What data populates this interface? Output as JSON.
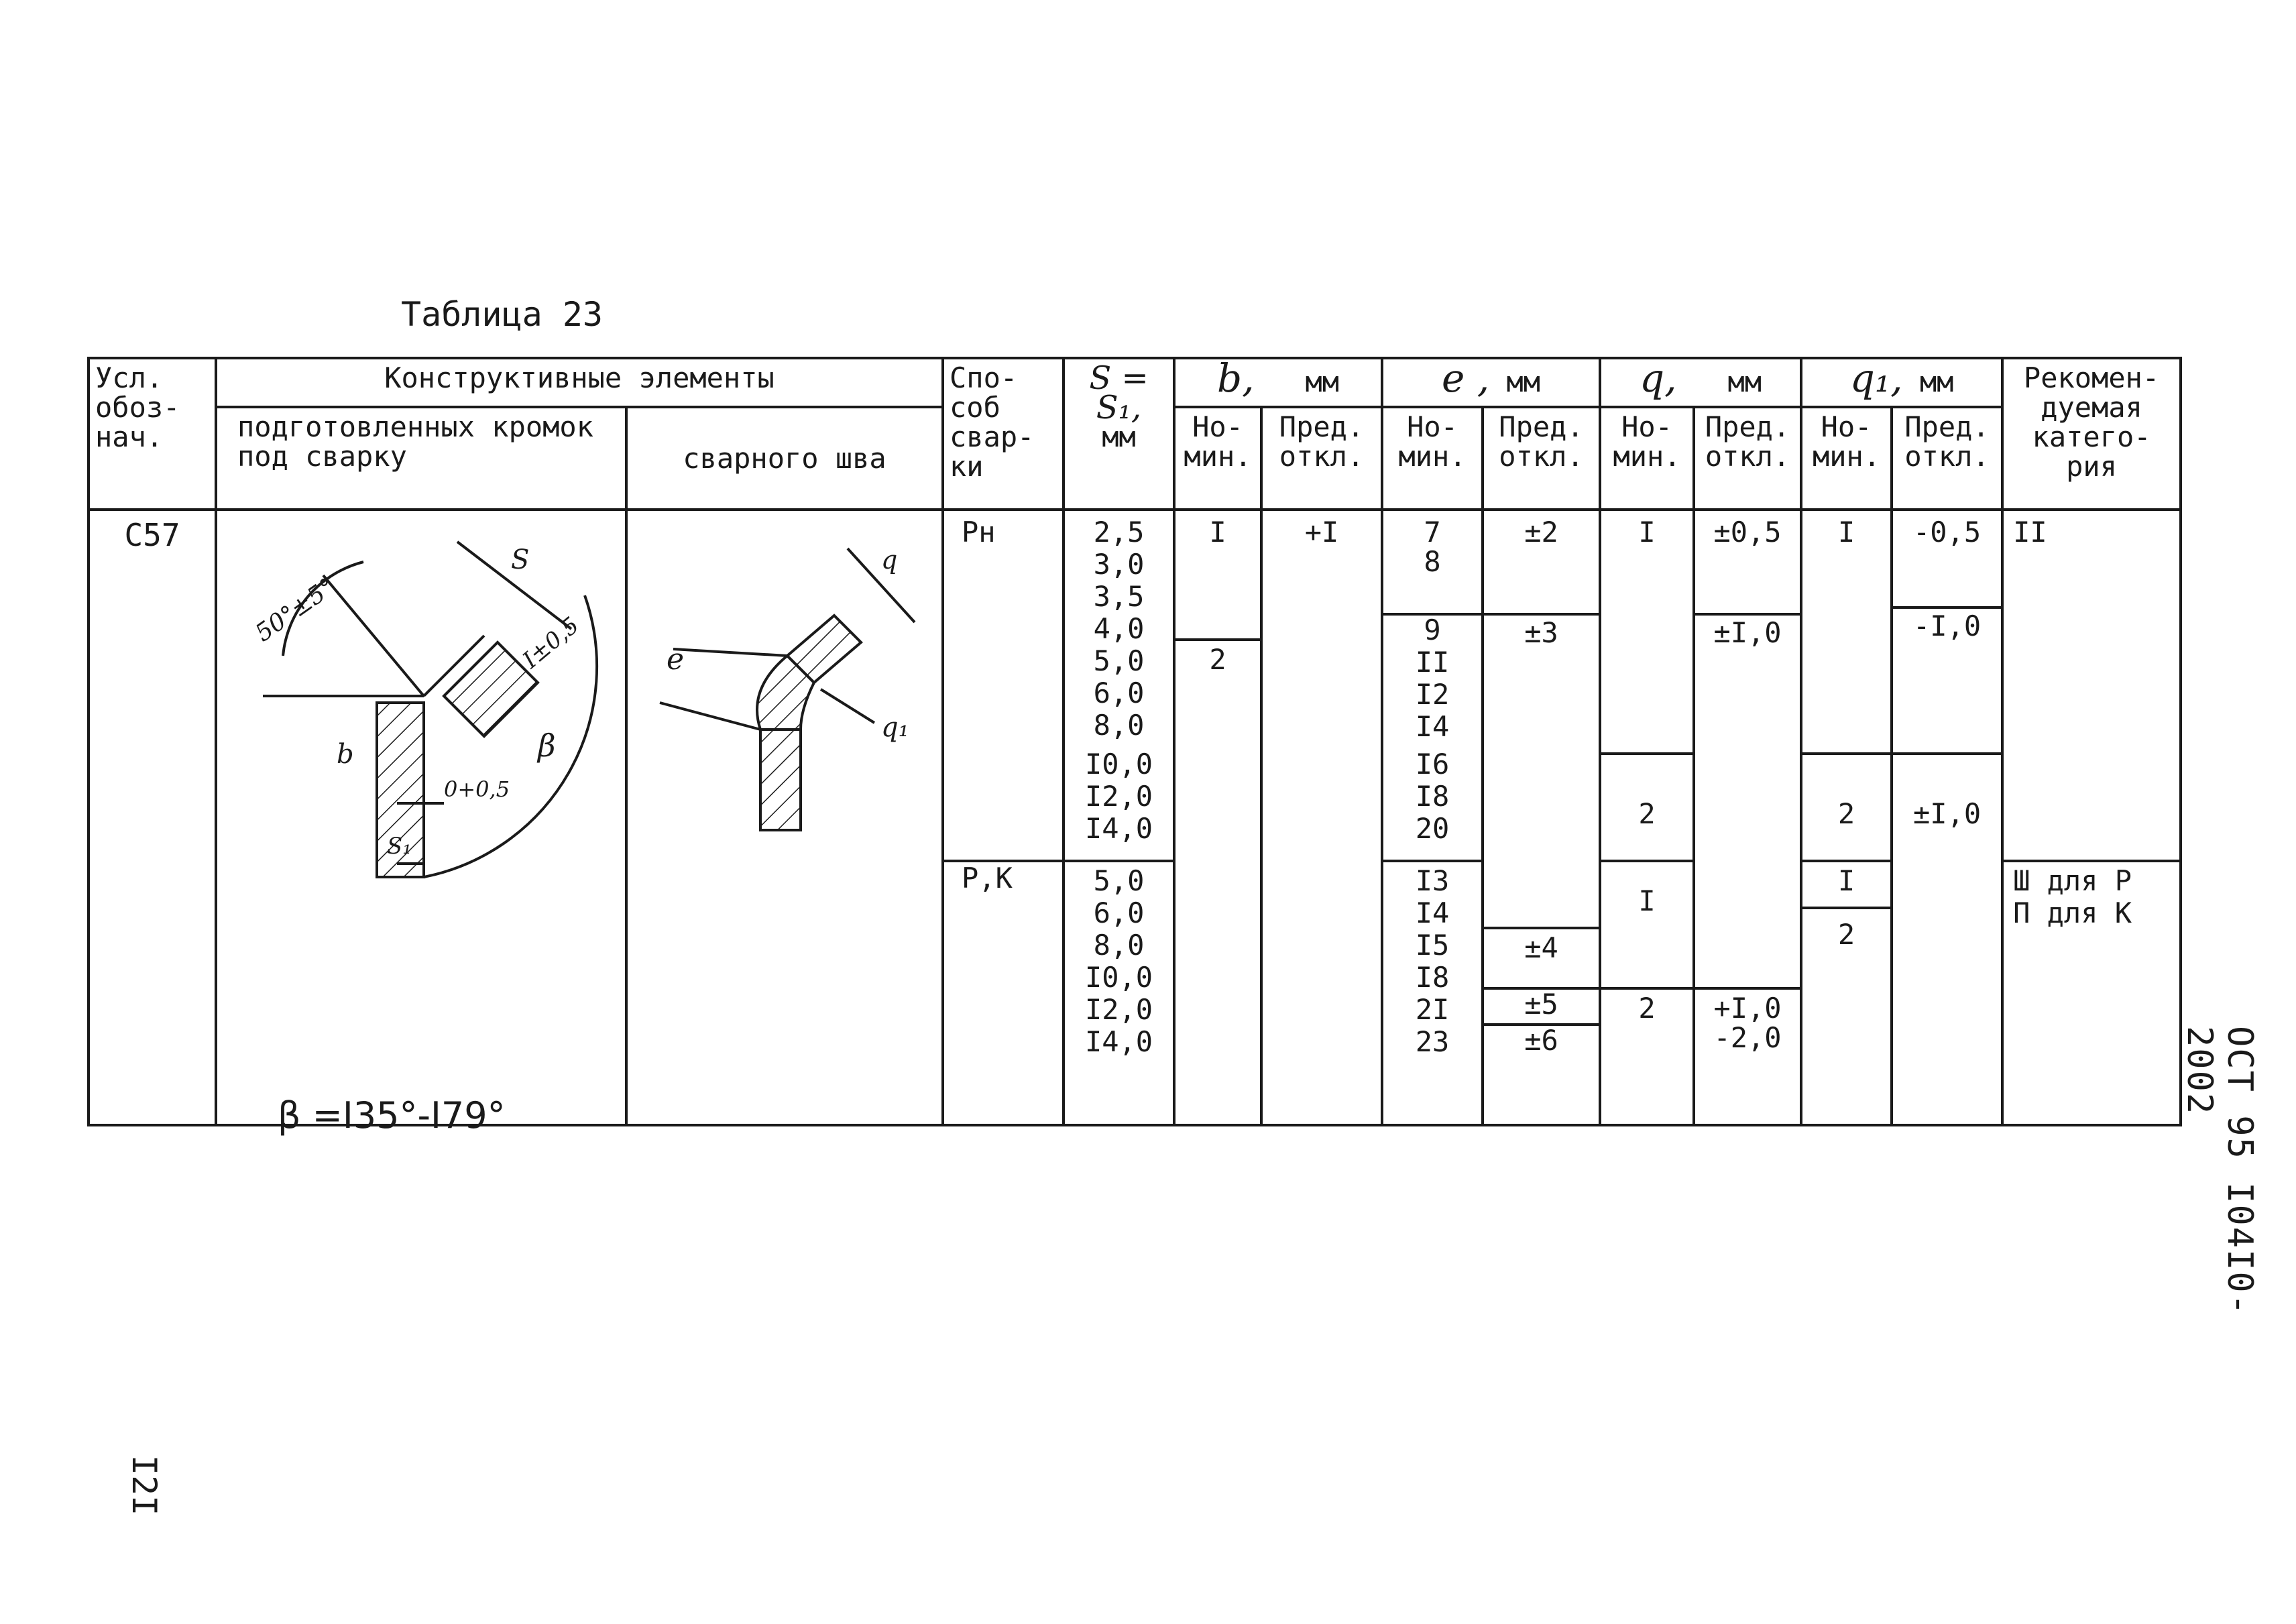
{
  "caption": "Таблица 23",
  "doc_number": "ОСТ 95 I04I0-2002",
  "page_number": "I2I",
  "headers": {
    "designation": "Усл. обоз- нач.",
    "elements": "Конструктивные элементы",
    "prepared_edges": "подготовленных кромок под сварку",
    "weld_seam": "сварного шва",
    "method": "Спо- соб свар- ки",
    "s_label": "S = S₁,",
    "s_unit": "мм",
    "b_label": "b,",
    "e_label": "e ,",
    "q_label": "q,",
    "q1_label": "q₁,",
    "unit_mm": "мм",
    "nominal": "Но- мин.",
    "deviation": "Пред. откл.",
    "category": "Рекомен- дуемая катего- рия"
  },
  "row": {
    "designation": "С57",
    "formula": "β =I35°-I79°",
    "drawing1_labels": [
      "50°±5°",
      "S",
      "I±0,5",
      "β",
      "b",
      "0+0,5",
      "S₁"
    ],
    "drawing2_labels": [
      "e",
      "q",
      "q₁"
    ],
    "methods": [
      "Рн",
      "Р,К"
    ],
    "s_values_rn": [
      "2,5",
      "3,0",
      "3,5",
      "4,0",
      "5,0",
      "6,0",
      "8,0",
      "I0,0",
      "I2,0",
      "I4,0"
    ],
    "s_values_rk": [
      "5,0",
      "6,0",
      "8,0",
      "I0,0",
      "I2,0",
      "I4,0"
    ],
    "b_nominal": [
      "I",
      "2"
    ],
    "b_deviation": [
      "+I"
    ],
    "e_nominal": [
      "7",
      "8",
      "9",
      "II",
      "I2",
      "I4",
      "I6",
      "I8",
      "20",
      "I3",
      "I4",
      "I5",
      "I8",
      "2I",
      "23"
    ],
    "e_deviation": [
      "±2",
      "±3",
      "±4",
      "±5",
      "±6"
    ],
    "q_nominal": [
      "I",
      "2",
      "I",
      "2"
    ],
    "q_deviation": [
      "±0,5",
      "±I,0",
      "+I,0 -2,0"
    ],
    "q1_nominal": [
      "I",
      "2",
      "I",
      "2"
    ],
    "q1_deviation": [
      "-0,5",
      "-I,0",
      "±I,0"
    ],
    "category": [
      "II",
      "Ш для Р",
      "П для К"
    ]
  }
}
